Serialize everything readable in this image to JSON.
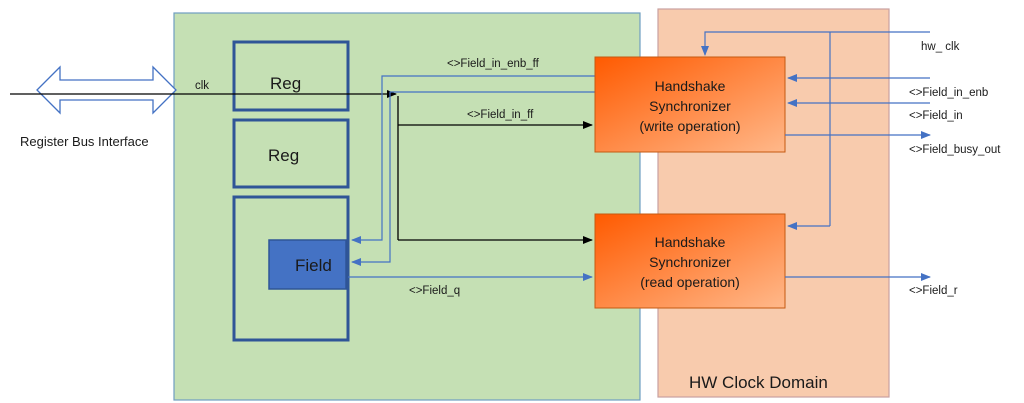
{
  "register_block": {
    "reg1_label": "Reg",
    "reg2_label": "Reg",
    "field_label": "Field"
  },
  "bus": {
    "label": "Register Bus Interface",
    "clk_label": "clk"
  },
  "write_sync": {
    "line1": "Handshake",
    "line2": "Synchronizer",
    "line3": "(write operation)"
  },
  "read_sync": {
    "line1": "Handshake",
    "line2": "Synchronizer",
    "line3": "(read operation)"
  },
  "hw_domain": {
    "title": "HW Clock Domain"
  },
  "signals": {
    "field_in_enb_ff": "<>Field_in_enb_ff",
    "field_in_ff": "<>Field_in_ff",
    "field_q": "<>Field_q",
    "hw_clk": "hw_ clk",
    "field_in_enb": "<>Field_in_enb",
    "field_in": "<>Field_in",
    "field_busy_out": "<>Field_busy_out",
    "field_r": "<>Field_r"
  },
  "colors": {
    "green_block": "#c5e0b4",
    "green_border": "#6f9ec0",
    "hw_domain_fill": "#f8cbad",
    "hw_domain_border": "#c9a0a0",
    "orange_dark": "#ff6600",
    "orange_light": "#ffb07a",
    "field_fill": "#4472c4",
    "reg_border": "#2f5597",
    "wire_blue": "#4472c4",
    "wire_black": "#000000"
  }
}
